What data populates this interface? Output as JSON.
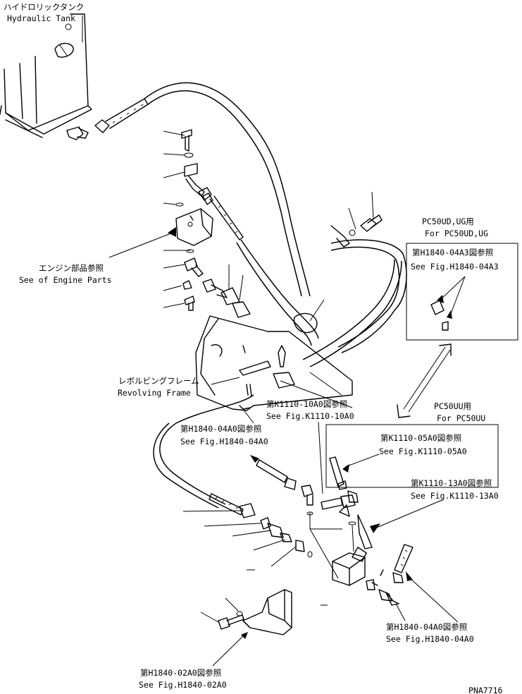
{
  "labels": {
    "tank_jp": "ハイドロリックタンク",
    "tank_en": "Hydraulic Tank",
    "engine_jp": "エンジン部品参照",
    "engine_en": "See of Engine Parts",
    "frame_jp": "レボルビングフレーム",
    "frame_en": "Revolving Frame",
    "pc50udug_title_jp": "PC50UD,UG用",
    "pc50udug_title_en": "For PC50UD,UG",
    "ref_h1840_04a3_jp": "第H1840-04A3図参照",
    "ref_h1840_04a3_en": "See Fig.H1840-04A3",
    "ref_k1110_10a0_jp": "第K1110-10A0図参照",
    "ref_k1110_10a0_en": "See Fig.K1110-10A0",
    "ref_h1840_04a0_top_jp": "第H1840-04A0図参照",
    "ref_h1840_04a0_top_en": "See Fig.H1840-04A0",
    "pc50uu_title_jp": "PC50UU用",
    "pc50uu_title_en": "For PC50UU",
    "ref_k1110_05a0_jp": "第K1110-05A0図参照",
    "ref_k1110_05a0_en": "See Fig.K1110-05A0",
    "ref_k1110_13a0_jp": "第K1110-13A0図参照",
    "ref_k1110_13a0_en": "See Fig.K1110-13A0",
    "ref_h1840_04a0_bot_jp": "第H1840-04A0図参照",
    "ref_h1840_04a0_bot_en": "See Fig.H1840-04A0",
    "ref_h1840_02a0_jp": "第H1840-02A0図参照",
    "ref_h1840_02a0_en": "See Fig.H1840-02A0",
    "drawing_no": "PNA7716"
  }
}
